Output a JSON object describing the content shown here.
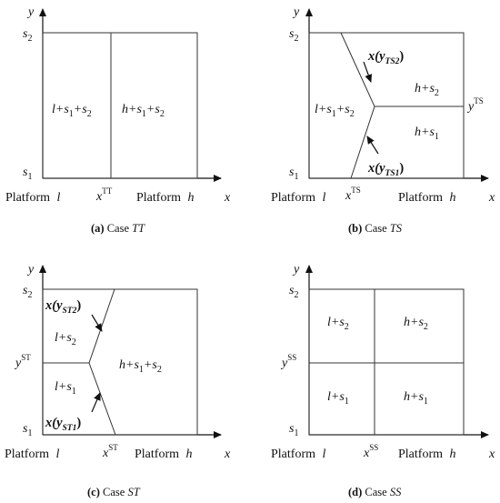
{
  "panels": {
    "a": {
      "axis_y": "y",
      "axis_x": "x",
      "s2": "s",
      "s2_sub": "2",
      "s1": "s",
      "s1_sub": "1",
      "region_left": "l+s",
      "region_left_s1": "1",
      "region_left_mid": "+s",
      "region_left_s2": "2",
      "region_right": "h+s",
      "region_right_s1": "1",
      "region_right_mid": "+s",
      "region_right_s2": "2",
      "xmark": "x",
      "xmark_sup": "TT",
      "platform_l": "Platform",
      "platform_l_var": "l",
      "platform_h": "Platform",
      "platform_h_var": "h",
      "caption_letter": "(a)",
      "caption_text": "Case",
      "caption_case": "TT"
    },
    "b": {
      "axis_y": "y",
      "axis_x": "x",
      "s2": "s",
      "s2_sub": "2",
      "s1": "s",
      "s1_sub": "1",
      "region_left": "l+s",
      "region_left_s1": "1",
      "region_left_mid": "+s",
      "region_left_s2": "2",
      "region_top_right": "h+s",
      "region_top_right_sub": "2",
      "region_bottom_right": "h+s",
      "region_bottom_right_sub": "1",
      "ymark": "y",
      "ymark_sup": "TS",
      "arrow_top": "x(y",
      "arrow_top_sub": "TS2",
      "arrow_top_close": ")",
      "arrow_bottom": "x(y",
      "arrow_bottom_sub": "TS1",
      "arrow_bottom_close": ")",
      "xmark": "x",
      "xmark_sup": "TS",
      "platform_l": "Platform",
      "platform_l_var": "l",
      "platform_h": "Platform",
      "platform_h_var": "h",
      "caption_letter": "(b)",
      "caption_text": "Case",
      "caption_case": "TS"
    },
    "c": {
      "axis_y": "y",
      "axis_x": "x",
      "s2": "s",
      "s2_sub": "2",
      "s1": "s",
      "s1_sub": "1",
      "ymark": "y",
      "ymark_sup": "ST",
      "region_top_left": "l+s",
      "region_top_left_sub": "2",
      "region_bottom_left": "l+s",
      "region_bottom_left_sub": "1",
      "region_right": "h+s",
      "region_right_s1": "1",
      "region_right_mid": "+s",
      "region_right_s2": "2",
      "arrow_top": "x(y",
      "arrow_top_sub": "ST2",
      "arrow_top_close": ")",
      "arrow_bottom": "x(y",
      "arrow_bottom_sub": "ST1",
      "arrow_bottom_close": ")",
      "xmark": "x",
      "xmark_sup": "ST",
      "platform_l": "Platform",
      "platform_l_var": "l",
      "platform_h": "Platform",
      "platform_h_var": "h",
      "caption_letter": "(c)",
      "caption_text": "Case",
      "caption_case": "ST"
    },
    "d": {
      "axis_y": "y",
      "axis_x": "x",
      "s2": "s",
      "s2_sub": "2",
      "s1": "s",
      "s1_sub": "1",
      "ymark": "y",
      "ymark_sup": "SS",
      "region_tl": "l+s",
      "region_tl_sub": "2",
      "region_tr": "h+s",
      "region_tr_sub": "2",
      "region_bl": "l+s",
      "region_bl_sub": "1",
      "region_br": "h+s",
      "region_br_sub": "1",
      "xmark": "x",
      "xmark_sup": "SS",
      "platform_l": "Platform",
      "platform_l_var": "l",
      "platform_h": "Platform",
      "platform_h_var": "h",
      "caption_letter": "(d)",
      "caption_text": "Case",
      "caption_case": "SS"
    }
  }
}
